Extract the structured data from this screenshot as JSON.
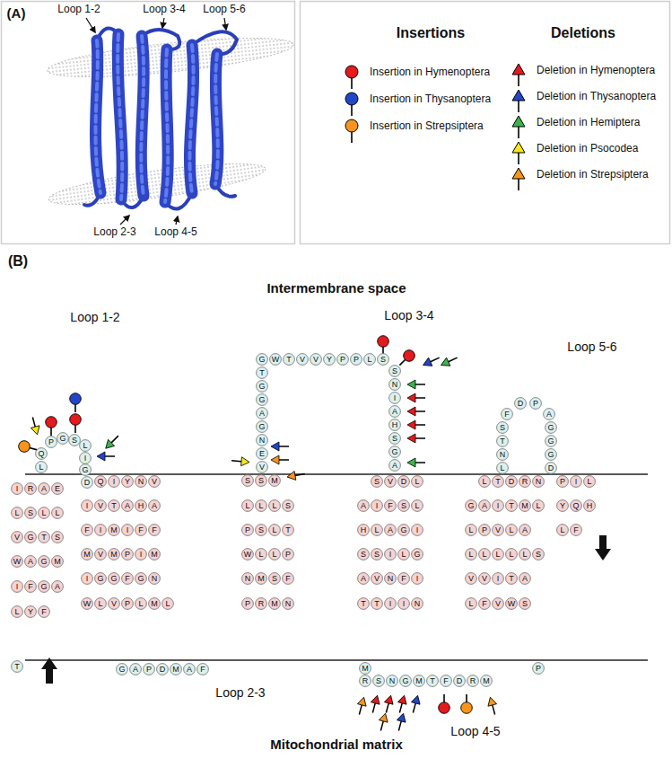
{
  "diagram": {
    "nodes": [
      {
        "text": [
          "I"
        ]
      },
      {
        "text": [
          "R"
        ]
      },
      {
        "text": [
          "A"
        ]
      },
      {
        "text": [
          "E"
        ]
      },
      {
        "text": [
          "L"
        ]
      },
      {
        "text": [
          "S"
        ]
      },
      {
        "text": [
          "L"
        ]
      },
      {
        "text": [
          "L"
        ]
      },
      {
        "text": [
          "V"
        ]
      },
      {
        "text": [
          "G"
        ]
      },
      {
        "text": [
          "T"
        ]
      },
      {
        "text": [
          "S"
        ]
      },
      {
        "text": [
          "W"
        ]
      },
      {
        "text": [
          "A"
        ]
      },
      {
        "text": [
          "G"
        ]
      },
      {
        "text": [
          "M"
        ]
      },
      {
        "text": [
          "I"
        ]
      },
      {
        "text": [
          "F"
        ]
      },
      {
        "text": [
          "G"
        ]
      },
      {
        "text": [
          "A"
        ]
      },
      {
        "text": [
          "L"
        ]
      },
      {
        "text": [
          "Y"
        ]
      },
      {
        "text": [
          "F"
        ]
      },
      {
        "text": [
          "T"
        ]
      },
      {
        "text": [
          "L"
        ]
      },
      {
        "text": [
          "Q"
        ]
      },
      {
        "text": [
          "P"
        ]
      },
      {
        "text": [
          "G"
        ]
      },
      {
        "text": [
          "S"
        ]
      },
      {
        "text": [
          "L"
        ]
      },
      {
        "text": [
          "I"
        ]
      },
      {
        "text": [
          "G"
        ]
      },
      {
        "text": [
          "D"
        ]
      },
      {
        "text": [
          "Q"
        ]
      },
      {
        "text": [
          "I"
        ]
      },
      {
        "text": [
          "Y"
        ]
      },
      {
        "text": [
          "N"
        ]
      },
      {
        "text": [
          "V"
        ]
      },
      {
        "text": [
          "I"
        ]
      },
      {
        "text": [
          "V"
        ]
      },
      {
        "text": [
          "T"
        ]
      },
      {
        "text": [
          "A"
        ]
      },
      {
        "text": [
          "H"
        ]
      },
      {
        "text": [
          "A"
        ]
      },
      {
        "text": [
          "F"
        ]
      },
      {
        "text": [
          "I"
        ]
      },
      {
        "text": [
          "M"
        ]
      },
      {
        "text": [
          "I"
        ]
      },
      {
        "text": [
          "F"
        ]
      },
      {
        "text": [
          "F"
        ]
      },
      {
        "text": [
          "M"
        ]
      },
      {
        "text": [
          "V"
        ]
      },
      {
        "text": [
          "M"
        ]
      },
      {
        "text": [
          "P"
        ]
      },
      {
        "text": [
          "I"
        ]
      },
      {
        "text": [
          "M"
        ]
      },
      {
        "text": [
          "I"
        ]
      },
      {
        "text": [
          "G"
        ]
      },
      {
        "text": [
          "G"
        ]
      },
      {
        "text": [
          "F"
        ]
      },
      {
        "text": [
          "G"
        ]
      },
      {
        "text": [
          "N"
        ]
      },
      {
        "text": [
          "W"
        ]
      },
      {
        "text": [
          "L"
        ]
      },
      {
        "text": [
          "V"
        ]
      },
      {
        "text": [
          "P"
        ]
      },
      {
        "text": [
          "L"
        ]
      },
      {
        "text": [
          "M"
        ]
      },
      {
        "text": [
          "L"
        ]
      },
      {
        "text": [
          "G"
        ]
      },
      {
        "text": [
          "A"
        ]
      },
      {
        "text": [
          "P"
        ]
      },
      {
        "text": [
          "D"
        ]
      },
      {
        "text": [
          "M"
        ]
      },
      {
        "text": [
          "A"
        ]
      },
      {
        "text": [
          "F"
        ]
      },
      {
        "text": [
          "S"
        ]
      },
      {
        "text": [
          "S"
        ]
      },
      {
        "text": [
          "M"
        ]
      },
      {
        "text": [
          "L"
        ]
      },
      {
        "text": [
          "L"
        ]
      },
      {
        "text": [
          "L"
        ]
      },
      {
        "text": [
          "S"
        ]
      },
      {
        "text": [
          "P"
        ]
      },
      {
        "text": [
          "S"
        ]
      },
      {
        "text": [
          "L"
        ]
      },
      {
        "text": [
          "T"
        ]
      },
      {
        "text": [
          "W"
        ]
      },
      {
        "text": [
          "L"
        ]
      },
      {
        "text": [
          "L"
        ]
      },
      {
        "text": [
          "P"
        ]
      },
      {
        "text": [
          "N"
        ]
      },
      {
        "text": [
          "M"
        ]
      },
      {
        "text": [
          "S"
        ]
      },
      {
        "text": [
          "F"
        ]
      },
      {
        "text": [
          "P"
        ]
      },
      {
        "text": [
          "R"
        ]
      },
      {
        "text": [
          "M"
        ]
      },
      {
        "text": [
          "N"
        ]
      },
      {
        "text": [
          "V"
        ]
      },
      {
        "text": [
          "E"
        ]
      },
      {
        "text": [
          "N"
        ]
      },
      {
        "text": [
          "G"
        ]
      },
      {
        "text": [
          "A"
        ]
      },
      {
        "text": [
          "G"
        ]
      },
      {
        "text": [
          "G"
        ]
      },
      {
        "text": [
          "T"
        ]
      },
      {
        "text": [
          "G"
        ]
      },
      {
        "text": [
          "W"
        ]
      },
      {
        "text": [
          "T"
        ]
      },
      {
        "text": [
          "V"
        ]
      },
      {
        "text": [
          "V"
        ]
      },
      {
        "text": [
          "Y"
        ]
      },
      {
        "text": [
          "P"
        ]
      },
      {
        "text": [
          "P"
        ]
      },
      {
        "text": [
          "L"
        ]
      },
      {
        "text": [
          "S"
        ]
      },
      {
        "text": [
          "S"
        ]
      },
      {
        "text": [
          "N"
        ]
      },
      {
        "text": [
          "I"
        ]
      },
      {
        "text": [
          "A"
        ]
      },
      {
        "text": [
          "H"
        ]
      },
      {
        "text": [
          "S"
        ]
      },
      {
        "text": [
          "G"
        ]
      },
      {
        "text": [
          "A"
        ]
      },
      {
        "text": [
          "S"
        ]
      },
      {
        "text": [
          "V"
        ]
      },
      {
        "text": [
          "D"
        ]
      },
      {
        "text": [
          "L"
        ]
      },
      {
        "text": [
          "A"
        ]
      },
      {
        "text": [
          "I"
        ]
      },
      {
        "text": [
          "F"
        ]
      },
      {
        "text": [
          "S"
        ]
      },
      {
        "text": [
          "L"
        ]
      },
      {
        "text": [
          "H"
        ]
      },
      {
        "text": [
          "L"
        ]
      },
      {
        "text": [
          "A"
        ]
      },
      {
        "text": [
          "G"
        ]
      },
      {
        "text": [
          "I"
        ]
      },
      {
        "text": [
          "S"
        ]
      },
      {
        "text": [
          "S"
        ]
      },
      {
        "text": [
          "I"
        ]
      },
      {
        "text": [
          "L"
        ]
      },
      {
        "text": [
          "G"
        ]
      },
      {
        "text": [
          "A"
        ]
      },
      {
        "text": [
          "V"
        ]
      },
      {
        "text": [
          "N"
        ]
      },
      {
        "text": [
          "F"
        ]
      },
      {
        "text": [
          "I"
        ]
      },
      {
        "text": [
          "T"
        ]
      },
      {
        "text": [
          "T"
        ]
      },
      {
        "text": [
          "I"
        ]
      },
      {
        "text": [
          "I"
        ]
      },
      {
        "text": [
          "N"
        ]
      },
      {
        "text": [
          "M"
        ]
      },
      {
        "text": [
          "R"
        ]
      },
      {
        "text": [
          "S"
        ]
      },
      {
        "text": [
          "N"
        ]
      },
      {
        "text": [
          "G"
        ]
      },
      {
        "text": [
          "M"
        ]
      },
      {
        "text": [
          "T"
        ]
      },
      {
        "text": [
          "F"
        ]
      },
      {
        "text": [
          "D"
        ]
      },
      {
        "text": [
          "R"
        ]
      },
      {
        "text": [
          "M"
        ]
      },
      {
        "text": [
          "P"
        ]
      },
      {
        "text": [
          "L"
        ]
      },
      {
        "text": [
          "T"
        ]
      },
      {
        "text": [
          "D"
        ]
      },
      {
        "text": [
          "R"
        ]
      },
      {
        "text": [
          "N"
        ]
      },
      {
        "text": [
          "G"
        ]
      },
      {
        "text": [
          "A"
        ]
      },
      {
        "text": [
          "I"
        ]
      },
      {
        "text": [
          "T"
        ]
      },
      {
        "text": [
          "M"
        ]
      },
      {
        "text": [
          "L"
        ]
      },
      {
        "text": [
          "L"
        ]
      },
      {
        "text": [
          "P"
        ]
      },
      {
        "text": [
          "V"
        ]
      },
      {
        "text": [
          "L"
        ]
      },
      {
        "text": [
          "A"
        ]
      },
      {
        "text": [
          "L"
        ]
      },
      {
        "text": [
          "L"
        ]
      },
      {
        "text": [
          "L"
        ]
      },
      {
        "text": [
          "L"
        ]
      },
      {
        "text": [
          "L"
        ]
      },
      {
        "text": [
          "S"
        ]
      },
      {
        "text": [
          "V"
        ]
      },
      {
        "text": [
          "V"
        ]
      },
      {
        "text": [
          "I"
        ]
      },
      {
        "text": [
          "T"
        ]
      },
      {
        "text": [
          "A"
        ]
      },
      {
        "text": [
          "L"
        ]
      },
      {
        "text": [
          "F"
        ]
      },
      {
        "text": [
          "V"
        ]
      },
      {
        "text": [
          "W"
        ]
      },
      {
        "text": [
          "S"
        ]
      },
      {
        "text": [
          "L"
        ]
      },
      {
        "text": [
          "N"
        ]
      },
      {
        "text": [
          "T"
        ]
      },
      {
        "text": [
          "S"
        ]
      },
      {
        "text": [
          "F"
        ]
      },
      {
        "text": [
          "D"
        ]
      },
      {
        "text": [
          "P"
        ]
      },
      {
        "text": [
          "A"
        ]
      },
      {
        "text": [
          "G"
        ]
      },
      {
        "text": [
          "G"
        ]
      },
      {
        "text": [
          "G"
        ]
      },
      {
        "text": [
          "D"
        ]
      },
      {
        "text": [
          "P"
        ]
      },
      {
        "text": [
          "I"
        ]
      },
      {
        "text": [
          "L"
        ]
      },
      {
        "text": [
          "Y"
        ]
      },
      {
        "text": [
          "Q"
        ]
      },
      {
        "text": [
          "H"
        ]
      },
      {
        "text": [
          "L"
        ]
      },
      {
        "text": [
          "F"
        ]
      }
    ],
    "labels": [
      "(A)",
      "Loop 1-2",
      "Loop 3-4",
      "Loop 5-6",
      "Loop 2-3",
      "Loop 4-5",
      "Insertions",
      "Deletions",
      "(B)",
      "Intermembrane space",
      "Loop 1-2",
      "Loop 3-4",
      "Loop 5-6",
      "Loop 2-3",
      "Loop 4-5",
      "Mitochondrial matrix"
    ],
    "legend": [
      {
        "text": "Insertion in Hymenoptera",
        "color": "#e41a1c"
      },
      {
        "text": "Insertion in Thysanoptera",
        "color": "#2346c8"
      },
      {
        "text": "Insertion in Strepsiptera",
        "color": "#f7941d"
      },
      {
        "text": "Deletion in Hymenoptera",
        "color": "#e41a1c"
      },
      {
        "text": "Deletion in Thysanoptera",
        "color": "#2346c8"
      },
      {
        "text": "Deletion in Hemiptera",
        "color": "#3cb44b"
      },
      {
        "text": "Deletion in Psocodea",
        "color": "#f5e61a"
      },
      {
        "text": "Deletion in Strepsiptera",
        "color": "#f7941d"
      }
    ]
  }
}
